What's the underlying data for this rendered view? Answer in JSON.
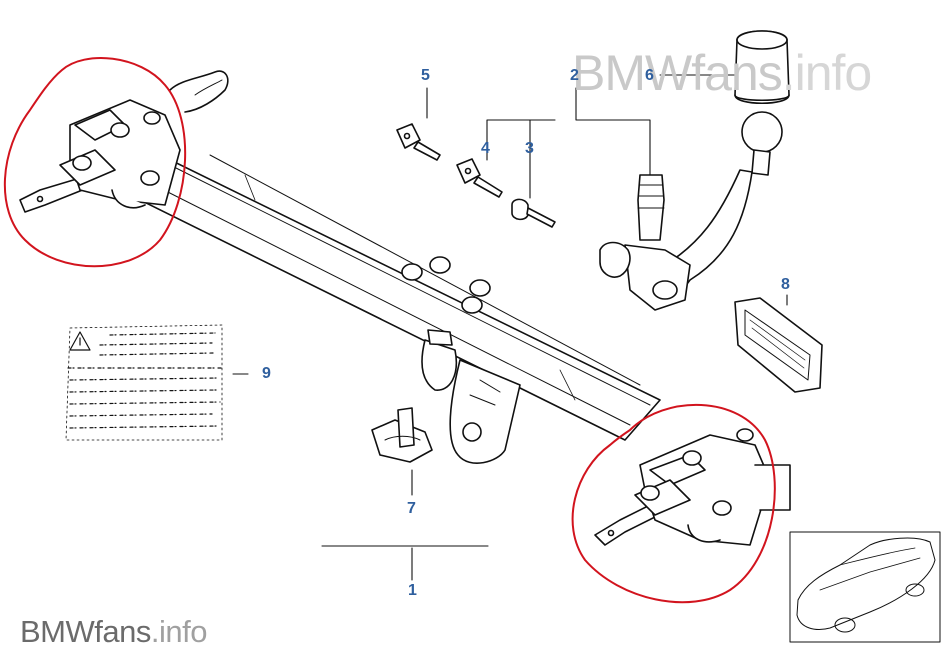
{
  "watermark_top": {
    "main": "BMWfans",
    "ext": ".info"
  },
  "watermark_bottom": {
    "main": "BMWfans",
    "ext": ".info"
  },
  "callouts": {
    "c1": "1",
    "c2": "2",
    "c3": "3",
    "c4": "4",
    "c5": "5",
    "c6": "6",
    "c7": "7",
    "c8": "8",
    "c9": "9"
  },
  "colors": {
    "line": "#111111",
    "callout": "#2f5f9e",
    "circle": "#d2141e",
    "watermark": "#c9c9c9"
  },
  "icons": {
    "warning": "warning-triangle-icon"
  }
}
